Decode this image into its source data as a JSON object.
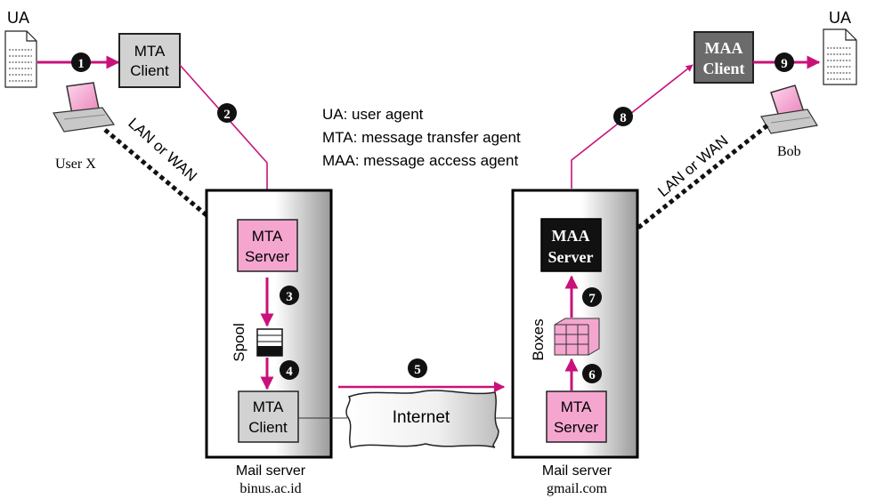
{
  "sender": {
    "ua_label": "UA",
    "user_label": "User X",
    "mta_client_label": [
      "MTA",
      "Client"
    ],
    "link_label": "LAN or WAN"
  },
  "receiver": {
    "ua_label": "UA",
    "user_label": "Bob",
    "maa_client_label": [
      "MAA",
      "Client"
    ],
    "link_label": "LAN or WAN"
  },
  "legend": [
    "UA: user agent",
    "MTA: message transfer agent",
    "MAA: message access agent"
  ],
  "server_left": {
    "mta_server_label": [
      "MTA",
      "Server"
    ],
    "spool_label": "Spool",
    "mta_client_label": [
      "MTA",
      "Client"
    ],
    "caption": "Mail server",
    "domain": "binus.ac.id"
  },
  "server_right": {
    "maa_server_label": [
      "MAA",
      "Server"
    ],
    "boxes_label": "Boxes",
    "mta_server_label": [
      "MTA",
      "Server"
    ],
    "caption": "Mail server",
    "domain": "gmail.com"
  },
  "internet_label": "Internet",
  "steps": [
    "1",
    "2",
    "3",
    "4",
    "5",
    "6",
    "7",
    "8",
    "9"
  ],
  "colors": {
    "arrow": "#c8127a",
    "pink_box": "#f4a6cf",
    "gray_box": "#d2d2d2",
    "dark_box": "#111111",
    "maa_client_box": "#6b6b6b"
  }
}
